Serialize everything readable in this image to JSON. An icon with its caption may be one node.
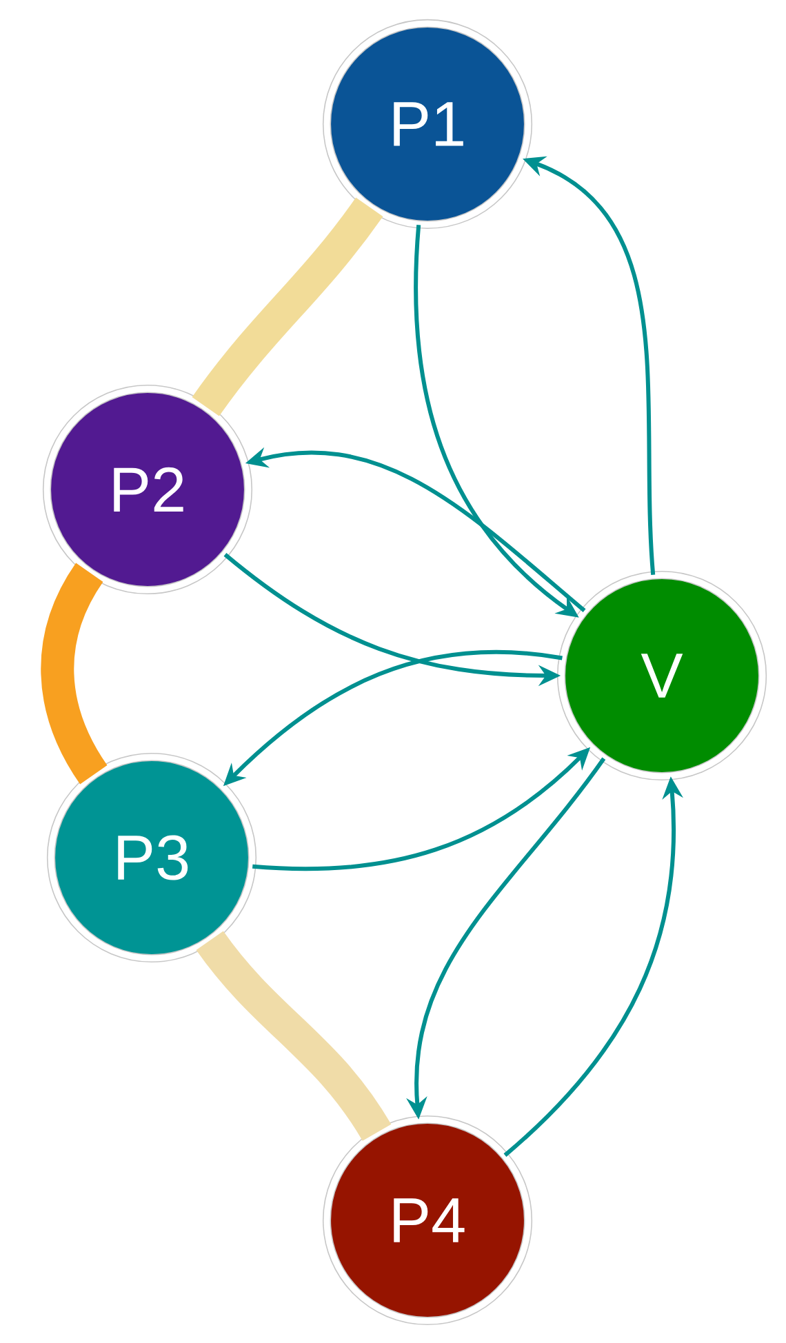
{
  "diagram": {
    "nodes": [
      {
        "text": [
          "P1"
        ]
      },
      {
        "text": [
          "P2"
        ]
      },
      {
        "text": [
          "V"
        ]
      },
      {
        "text": [
          "P3"
        ]
      },
      {
        "text": [
          "P4"
        ]
      }
    ],
    "edges": [
      {
        "from": 0,
        "to": 2,
        "arrow": "to"
      },
      {
        "from": 2,
        "to": 0,
        "arrow": "to"
      },
      {
        "from": 2,
        "to": 1,
        "arrow": "to"
      },
      {
        "from": 1,
        "to": 2,
        "arrow": "to"
      },
      {
        "from": 2,
        "to": 3,
        "arrow": "to"
      },
      {
        "from": 3,
        "to": 2,
        "arrow": "to"
      },
      {
        "from": 2,
        "to": 4,
        "arrow": "to"
      },
      {
        "from": 4,
        "to": 2,
        "arrow": "to"
      },
      {
        "from": 0,
        "to": 1,
        "arrow": "none",
        "style": "thick",
        "color": "#f2dc98"
      },
      {
        "from": 1,
        "to": 3,
        "arrow": "none",
        "style": "thick",
        "color": "#f8a020"
      },
      {
        "from": 3,
        "to": 4,
        "arrow": "none",
        "style": "thick",
        "color": "#f0dca8"
      }
    ]
  }
}
